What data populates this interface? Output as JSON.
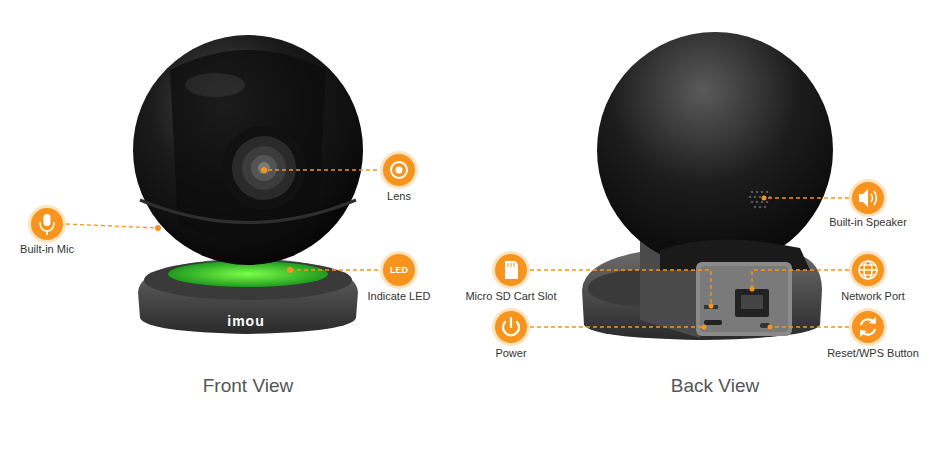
{
  "diagram": {
    "nodes": [
      {
        "text": [
          "LED"
        ]
      }
    ],
    "labels": [
      "Lens",
      "Built-in Mic",
      "Indicate LED",
      "imou",
      "Front View",
      "Built-in Speaker",
      "Micro SD Cart Slot",
      "Network Port",
      "Power",
      "Reset/WPS Button",
      "Back View"
    ]
  }
}
